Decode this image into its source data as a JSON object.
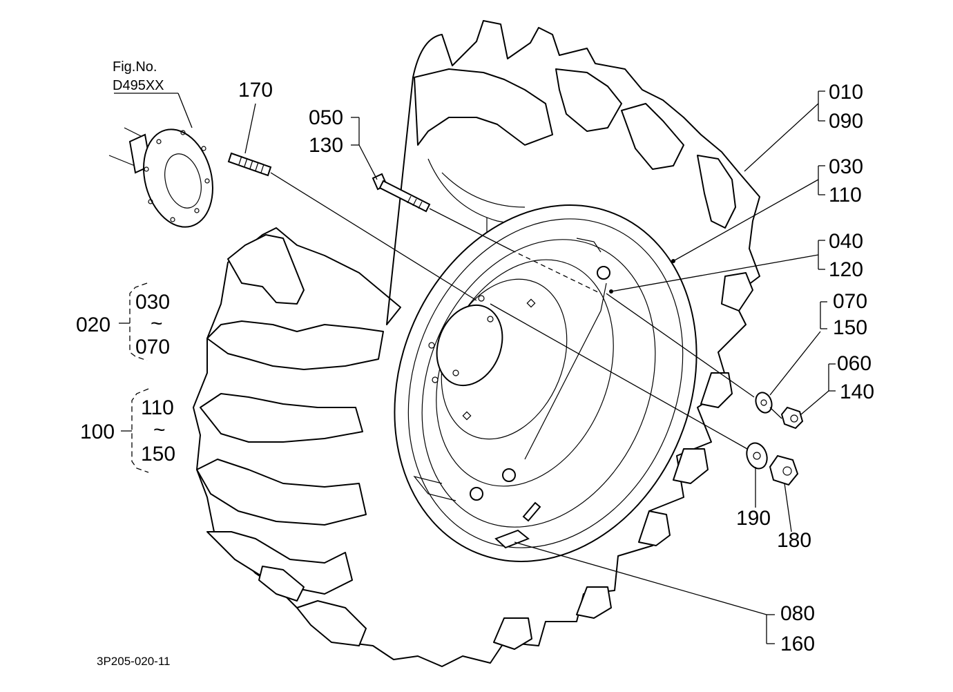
{
  "figure": {
    "ref_caption": "Fig.No.",
    "ref_code": "D495XX",
    "drawing_no": "3P205-020-11"
  },
  "callouts": {
    "c170": "170",
    "c050": "050",
    "c130": "130",
    "c010": "010",
    "c090": "090",
    "c030_top": "030",
    "c110_top": "110",
    "c040": "040",
    "c120": "120",
    "c070_right": "070",
    "c150_right": "150",
    "c060": "060",
    "c140": "140",
    "c190": "190",
    "c180": "180",
    "c080": "080",
    "c160": "160"
  },
  "groups": {
    "g020": {
      "label": "020",
      "from": "030",
      "tilde": "~",
      "to": "070"
    },
    "g100": {
      "label": "100",
      "from": "110",
      "tilde": "~",
      "to": "150"
    }
  }
}
